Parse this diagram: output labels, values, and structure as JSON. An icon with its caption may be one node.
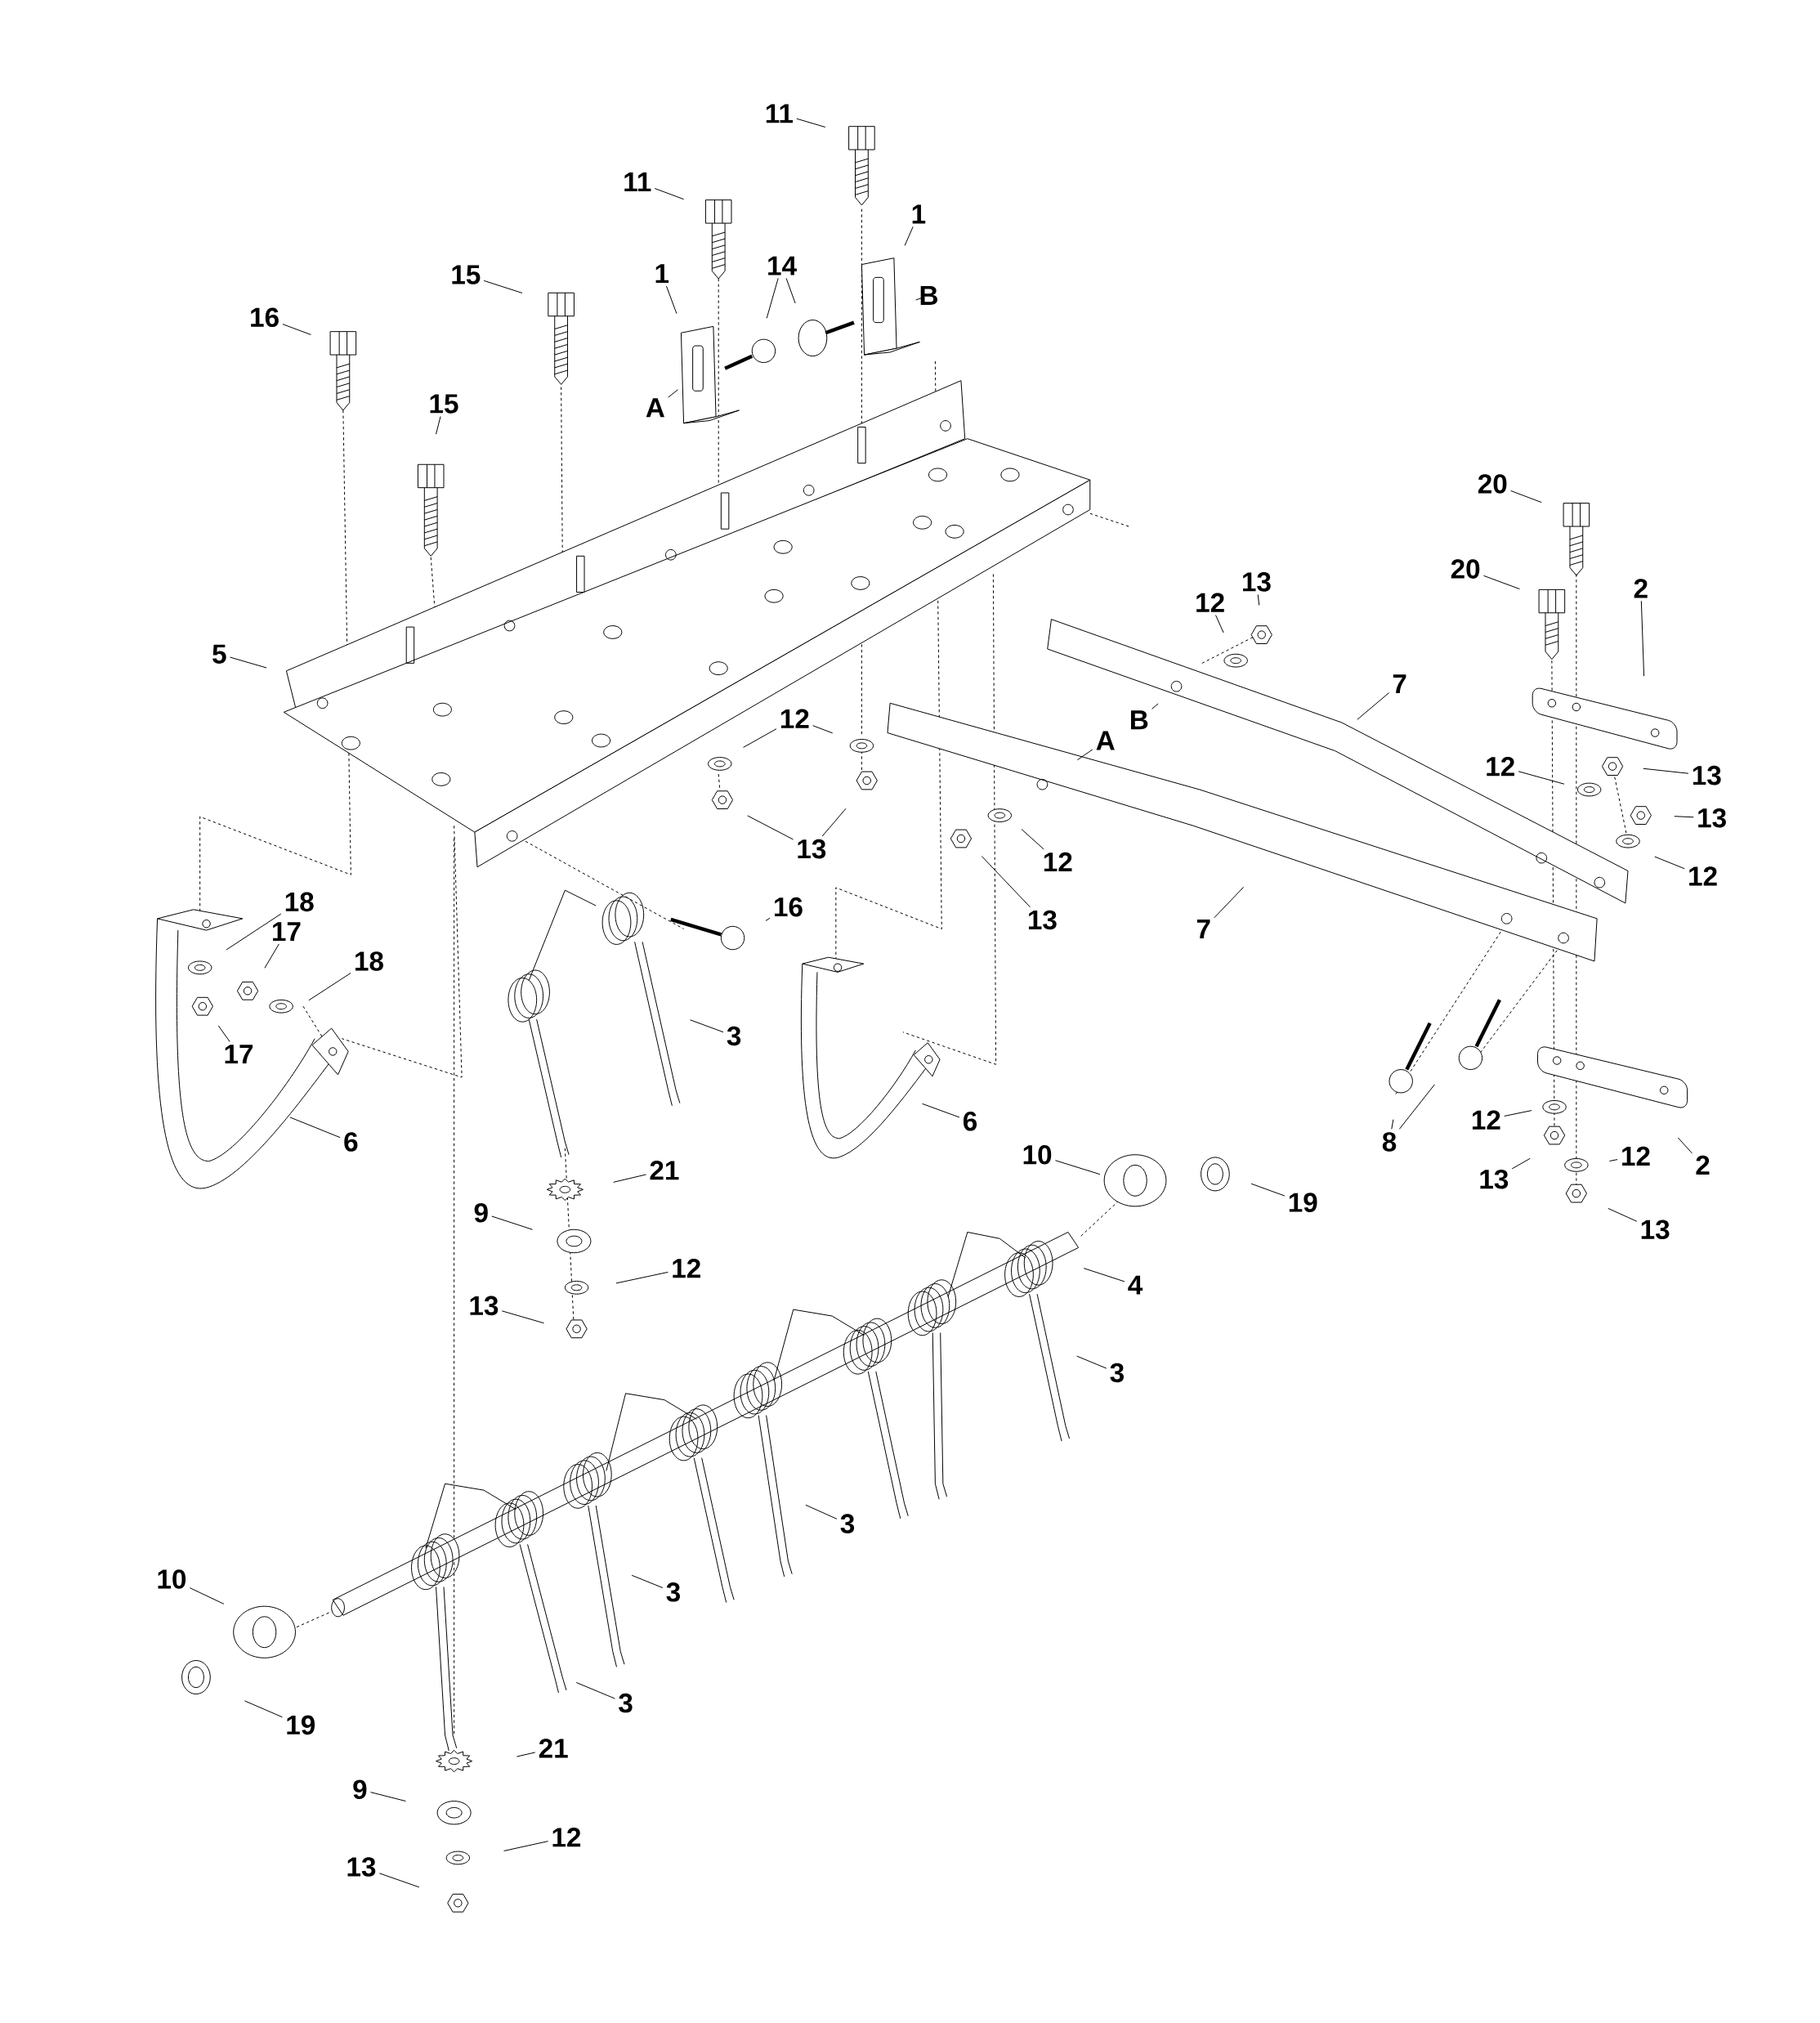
{
  "diagram": {
    "nodes": [
      {
        "text": [
          "11"
        ]
      },
      {
        "text": [
          "1"
        ]
      },
      {
        "text": [
          "11"
        ]
      },
      {
        "text": [
          "14"
        ]
      },
      {
        "text": [
          "15"
        ]
      },
      {
        "text": [
          "1"
        ]
      },
      {
        "text": [
          "B"
        ]
      },
      {
        "text": [
          "16"
        ]
      },
      {
        "text": [
          "A"
        ]
      },
      {
        "text": [
          "15"
        ]
      },
      {
        "text": [
          "20"
        ]
      },
      {
        "text": [
          "20"
        ]
      },
      {
        "text": [
          "13"
        ]
      },
      {
        "text": [
          "2"
        ]
      },
      {
        "text": [
          "12"
        ]
      },
      {
        "text": [
          "5"
        ]
      },
      {
        "text": [
          "7"
        ]
      },
      {
        "text": [
          "B"
        ]
      },
      {
        "text": [
          "12"
        ]
      },
      {
        "text": [
          "A"
        ]
      },
      {
        "text": [
          "12"
        ]
      },
      {
        "text": [
          "13"
        ]
      },
      {
        "text": [
          "13"
        ]
      },
      {
        "text": [
          "13"
        ]
      },
      {
        "text": [
          "12"
        ]
      },
      {
        "text": [
          "12"
        ]
      },
      {
        "text": [
          "18"
        ]
      },
      {
        "text": [
          "16"
        ]
      },
      {
        "text": [
          "13"
        ]
      },
      {
        "text": [
          "7"
        ]
      },
      {
        "text": [
          "17"
        ]
      },
      {
        "text": [
          "18"
        ]
      },
      {
        "text": [
          "3"
        ]
      },
      {
        "text": [
          "17"
        ]
      },
      {
        "text": [
          "12"
        ]
      },
      {
        "text": [
          "6"
        ]
      },
      {
        "text": [
          "6"
        ]
      },
      {
        "text": [
          "8"
        ]
      },
      {
        "text": [
          "10"
        ]
      },
      {
        "text": [
          "2"
        ]
      },
      {
        "text": [
          "12"
        ]
      },
      {
        "text": [
          "21"
        ]
      },
      {
        "text": [
          "13"
        ]
      },
      {
        "text": [
          "19"
        ]
      },
      {
        "text": [
          "9"
        ]
      },
      {
        "text": [
          "13"
        ]
      },
      {
        "text": [
          "12"
        ]
      },
      {
        "text": [
          "4"
        ]
      },
      {
        "text": [
          "13"
        ]
      },
      {
        "text": [
          "3"
        ]
      },
      {
        "text": [
          "3"
        ]
      },
      {
        "text": [
          "10"
        ]
      },
      {
        "text": [
          "3"
        ]
      },
      {
        "text": [
          "3"
        ]
      },
      {
        "text": [
          "19"
        ]
      },
      {
        "text": [
          "21"
        ]
      },
      {
        "text": [
          "9"
        ]
      },
      {
        "text": [
          "12"
        ]
      },
      {
        "text": [
          "13"
        ]
      }
    ],
    "edges": [
      {
        "from": 0,
        "to": null,
        "arrow": "none"
      },
      {
        "from": 1,
        "to": null,
        "arrow": "none"
      },
      {
        "from": 2,
        "to": null,
        "arrow": "none"
      },
      {
        "from": 3,
        "to": null,
        "arrow": "none"
      },
      {
        "from": 3,
        "to": null,
        "arrow": "none"
      },
      {
        "from": 4,
        "to": null,
        "arrow": "none"
      },
      {
        "from": 5,
        "to": null,
        "arrow": "none"
      },
      {
        "from": 6,
        "to": null,
        "arrow": "none"
      },
      {
        "from": 7,
        "to": null,
        "arrow": "none"
      },
      {
        "from": 8,
        "to": null,
        "arrow": "none"
      },
      {
        "from": 9,
        "to": null,
        "arrow": "none"
      },
      {
        "from": 10,
        "to": null,
        "arrow": "none"
      },
      {
        "from": 11,
        "to": null,
        "arrow": "none"
      },
      {
        "from": 12,
        "to": null,
        "arrow": "none"
      },
      {
        "from": 13,
        "to": null,
        "arrow": "none"
      },
      {
        "from": 14,
        "to": null,
        "arrow": "none"
      },
      {
        "from": 15,
        "to": null,
        "arrow": "none"
      },
      {
        "from": 16,
        "to": null,
        "arrow": "none"
      },
      {
        "from": 17,
        "to": null,
        "arrow": "none"
      },
      {
        "from": 18,
        "to": null,
        "arrow": "none"
      },
      {
        "from": 18,
        "to": null,
        "arrow": "none"
      },
      {
        "from": 19,
        "to": null,
        "arrow": "none"
      },
      {
        "from": 20,
        "to": null,
        "arrow": "none"
      },
      {
        "from": 21,
        "to": null,
        "arrow": "none"
      },
      {
        "from": 22,
        "to": null,
        "arrow": "none"
      },
      {
        "from": 23,
        "to": null,
        "arrow": "none"
      },
      {
        "from": 23,
        "to": null,
        "arrow": "none"
      },
      {
        "from": 24,
        "to": null,
        "arrow": "none"
      },
      {
        "from": 25,
        "to": null,
        "arrow": "none"
      },
      {
        "from": 26,
        "to": null,
        "arrow": "none"
      },
      {
        "from": 27,
        "to": null,
        "arrow": "none"
      },
      {
        "from": 28,
        "to": null,
        "arrow": "none"
      },
      {
        "from": 29,
        "to": null,
        "arrow": "none"
      },
      {
        "from": 30,
        "to": null,
        "arrow": "none"
      },
      {
        "from": 31,
        "to": null,
        "arrow": "none"
      },
      {
        "from": 32,
        "to": null,
        "arrow": "none"
      },
      {
        "from": 33,
        "to": null,
        "arrow": "none"
      },
      {
        "from": 34,
        "to": null,
        "arrow": "none"
      },
      {
        "from": 35,
        "to": null,
        "arrow": "none"
      },
      {
        "from": 36,
        "to": null,
        "arrow": "none"
      },
      {
        "from": 37,
        "to": null,
        "arrow": "none"
      },
      {
        "from": 37,
        "to": null,
        "arrow": "none"
      },
      {
        "from": 38,
        "to": null,
        "arrow": "none"
      },
      {
        "from": 39,
        "to": null,
        "arrow": "none"
      },
      {
        "from": 40,
        "to": null,
        "arrow": "none"
      },
      {
        "from": 41,
        "to": null,
        "arrow": "none"
      },
      {
        "from": 42,
        "to": null,
        "arrow": "none"
      },
      {
        "from": 43,
        "to": null,
        "arrow": "none"
      },
      {
        "from": 44,
        "to": null,
        "arrow": "none"
      },
      {
        "from": 45,
        "to": null,
        "arrow": "none"
      },
      {
        "from": 46,
        "to": null,
        "arrow": "none"
      },
      {
        "from": 47,
        "to": null,
        "arrow": "none"
      },
      {
        "from": 48,
        "to": null,
        "arrow": "none"
      },
      {
        "from": 49,
        "to": null,
        "arrow": "none"
      },
      {
        "from": 50,
        "to": null,
        "arrow": "none"
      },
      {
        "from": 51,
        "to": null,
        "arrow": "none"
      },
      {
        "from": 52,
        "to": null,
        "arrow": "none"
      },
      {
        "from": 53,
        "to": null,
        "arrow": "none"
      },
      {
        "from": 54,
        "to": null,
        "arrow": "none"
      },
      {
        "from": 55,
        "to": null,
        "arrow": "none"
      },
      {
        "from": 56,
        "to": null,
        "arrow": "none"
      },
      {
        "from": 57,
        "to": null,
        "arrow": "none"
      },
      {
        "from": 58,
        "to": null,
        "arrow": "none"
      }
    ]
  }
}
